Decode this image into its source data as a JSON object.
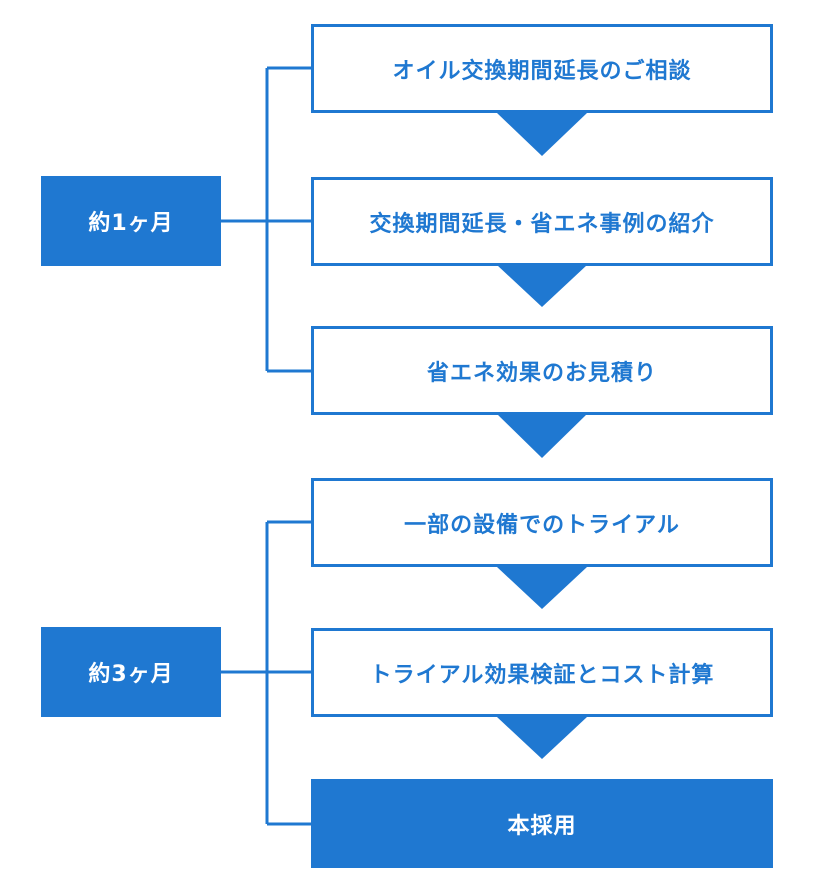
{
  "colors": {
    "accent": "#1f78d1",
    "background": "#ffffff",
    "final_text": "#ffffff"
  },
  "phases": [
    {
      "label": "約1ヶ月"
    },
    {
      "label": "約3ヶ月"
    }
  ],
  "steps": [
    {
      "label": "オイル交換期間延長のご相談"
    },
    {
      "label": "交換期間延長・省エネ事例の紹介"
    },
    {
      "label": "省エネ効果のお見積り"
    },
    {
      "label": "一部の設備でのトライアル"
    },
    {
      "label": "トライアル効果検証とコスト計算"
    },
    {
      "label": "本採用"
    }
  ]
}
